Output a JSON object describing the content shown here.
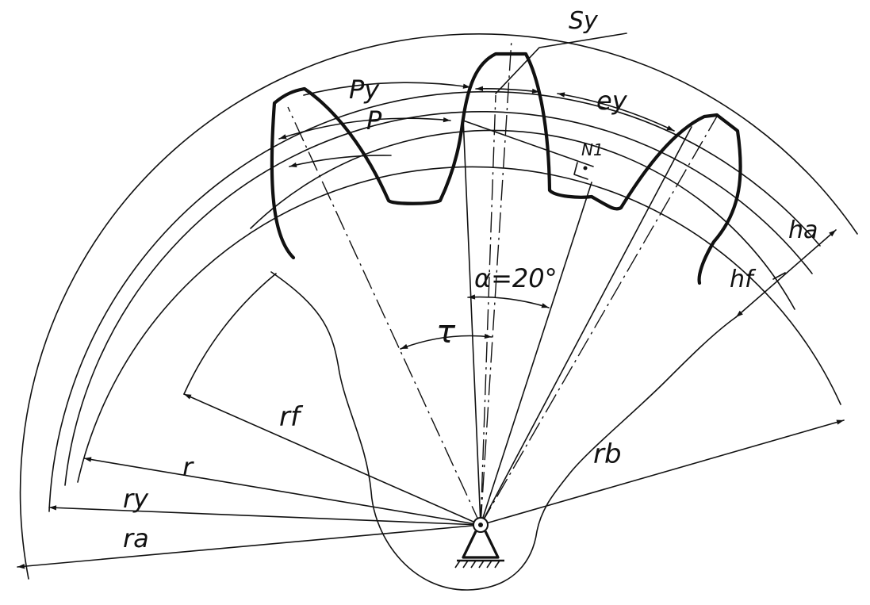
{
  "labels": {
    "sy": "Sy",
    "py": "Py",
    "p": "P",
    "ey": "ey",
    "n1": "N1",
    "alpha": "α=20°",
    "tau": "τ",
    "ha": "ha",
    "hf": "hf",
    "rf": "rf",
    "r": "r",
    "ry": "ry",
    "ra": "ra",
    "rb": "rb"
  }
}
